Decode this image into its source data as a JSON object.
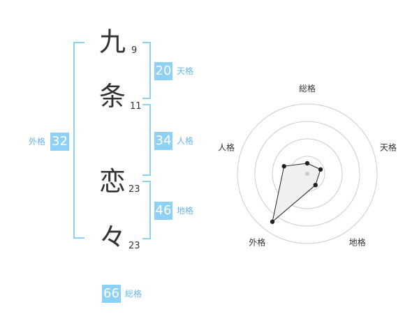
{
  "name": {
    "chars": [
      {
        "char": "九",
        "strokes": "9"
      },
      {
        "char": "条",
        "strokes": "11"
      },
      {
        "char": "恋",
        "strokes": "23"
      },
      {
        "char": "々",
        "strokes": "23"
      }
    ]
  },
  "fortunes": {
    "tenkaku": {
      "value": "20",
      "label": "天格"
    },
    "jinkaku": {
      "value": "34",
      "label": "人格"
    },
    "chikaku": {
      "value": "46",
      "label": "地格"
    },
    "gaikaku": {
      "value": "32",
      "label": "外格"
    },
    "soukaku": {
      "value": "66",
      "label": "総格"
    }
  },
  "colors": {
    "accent": "#8fd0f5",
    "accent_text": "#6ab6e6",
    "text": "#333333",
    "grid": "#cccccc"
  },
  "chart_data": {
    "type": "radar",
    "axes": [
      "総格",
      "天格",
      "地格",
      "外格",
      "人格"
    ],
    "values": [
      0.15,
      0.2,
      0.2,
      0.85,
      0.35
    ],
    "range": [
      0,
      1
    ],
    "rings": 4
  }
}
